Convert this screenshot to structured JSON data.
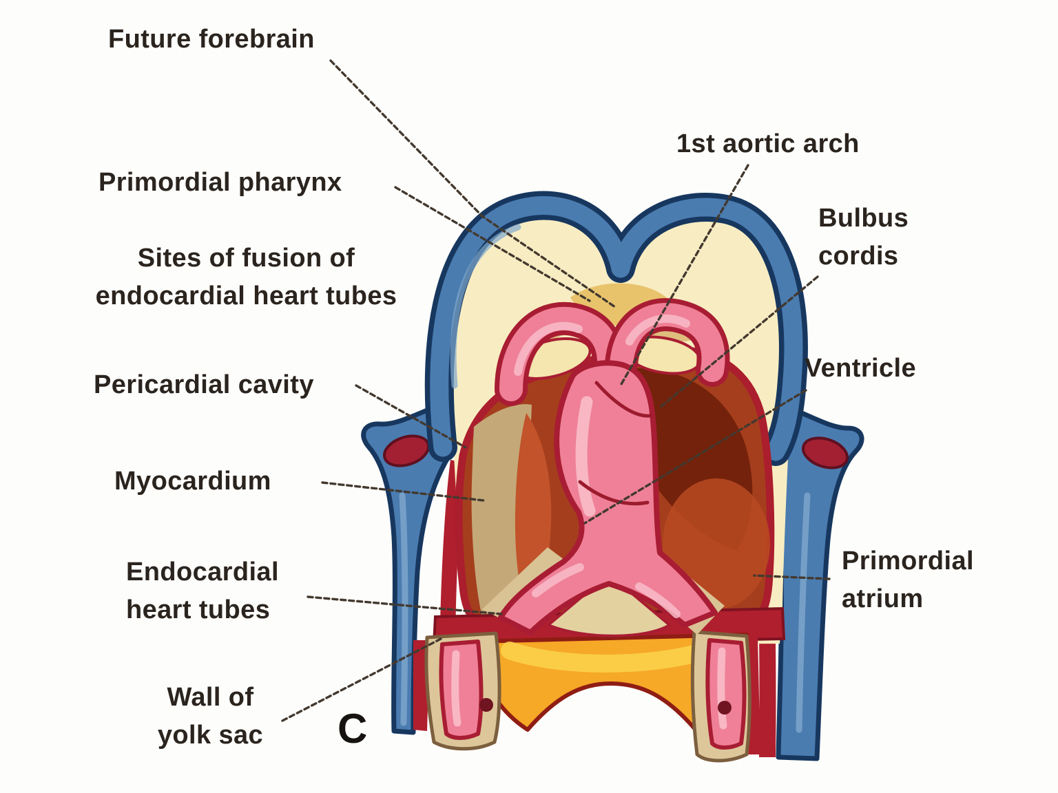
{
  "figure": {
    "title_context": "Embryonic heart development diagram, panel C",
    "panel_letter": "C",
    "labels": {
      "future_forebrain": "Future forebrain",
      "primordial_pharynx": "Primordial pharynx",
      "sites_of_fusion_line1": "Sites of fusion of",
      "sites_of_fusion_line2": "endocardial heart tubes",
      "pericardial_cavity": "Pericardial cavity",
      "myocardium": "Myocardium",
      "endocardial_heart_tubes_line1": "Endocardial",
      "endocardial_heart_tubes_line2": "heart tubes",
      "wall_of_yolk_sac_line1": "Wall of",
      "wall_of_yolk_sac_line2": "yolk sac",
      "first_aortic_arch": "1st aortic arch",
      "bulbus_cordis_line1": "Bulbus",
      "bulbus_cordis_line2": "cordis",
      "ventricle": "Ventricle",
      "primordial_atrium_line1": "Primordial",
      "primordial_atrium_line2": "atrium"
    },
    "colors": {
      "body_wall_blue": "#4a7cb0",
      "body_wall_outline_navy": "#17375f",
      "wall_highlight_blue": "#7fa8cd",
      "ectoderm_cream": "#f8edc2",
      "pharynx_floor_ochre": "#e5be63",
      "heart_tube_pink": "#ef8098",
      "heart_tube_highlight": "#f8bcc8",
      "tube_outline_crimson": "#a81d33",
      "pericardial_cavity_rust": "#a53e1d",
      "cavity_shadow_maroon": "#701f0a",
      "cavity_left_orange": "#c2532a",
      "rim_crimson": "#ab1e2d",
      "myocardium_tan": "#c4a878",
      "myocardium_light_tan": "#ddc79a",
      "yolk_sac_orange": "#f6a827",
      "leader_line": "#43392f",
      "label_text": "#2b241e"
    }
  }
}
